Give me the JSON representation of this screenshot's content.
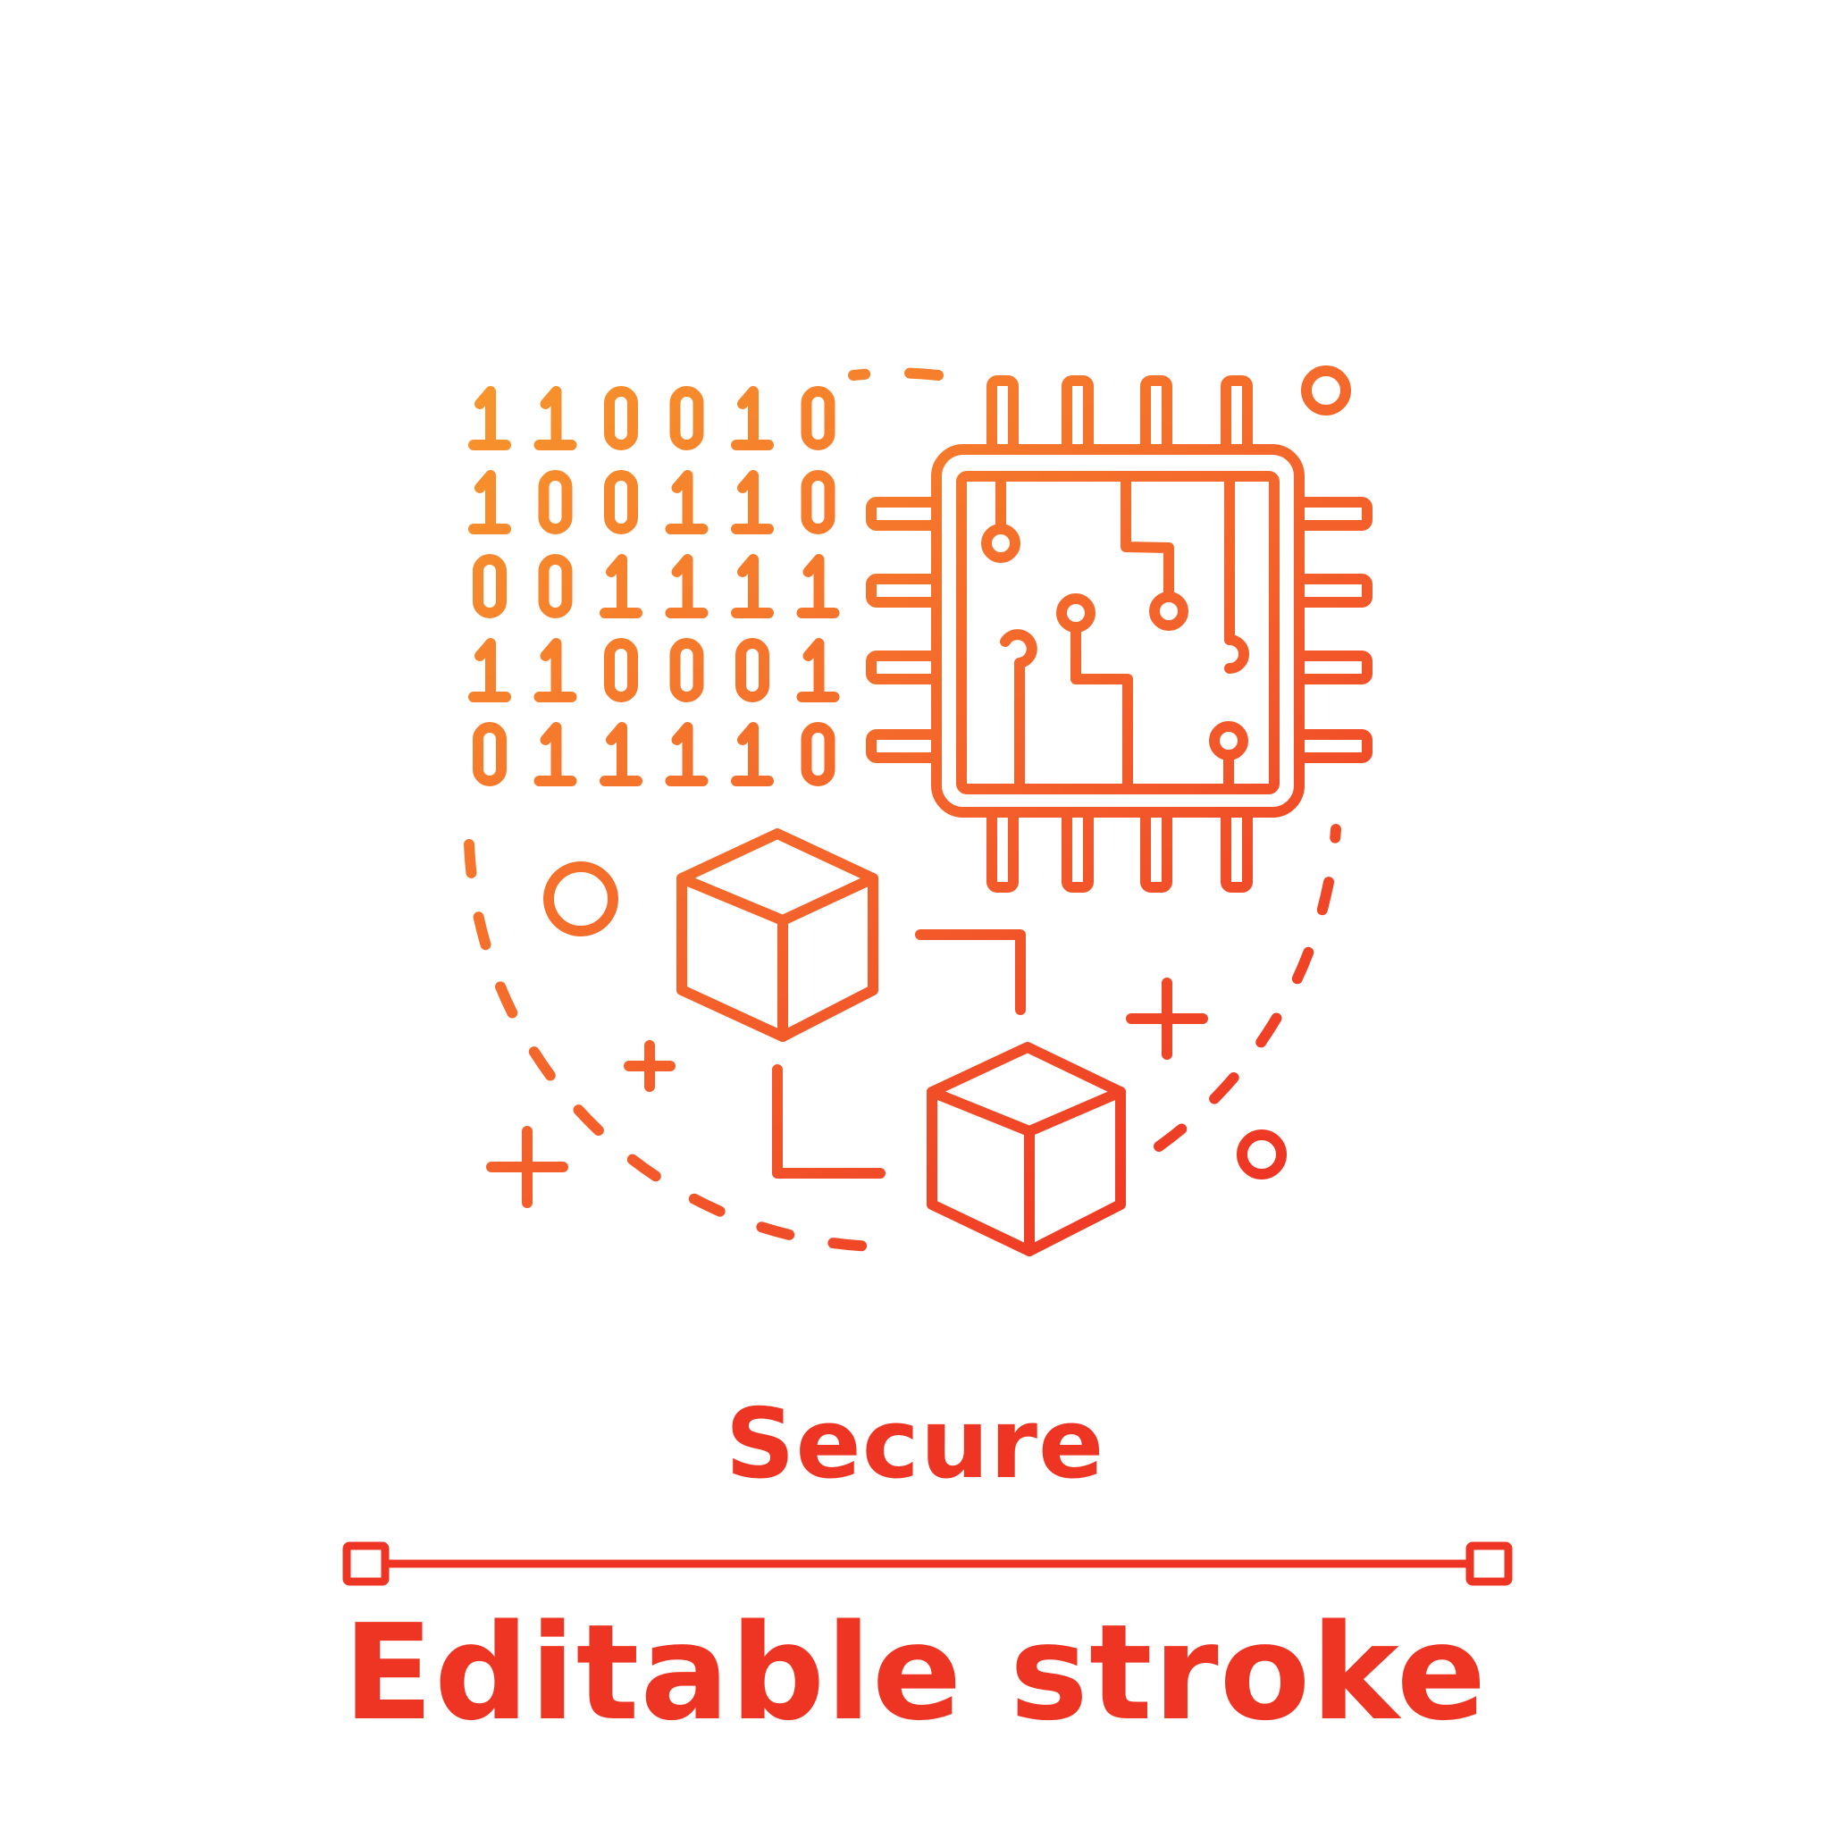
{
  "icon": {
    "name": "microchip-blockchain-icon",
    "binary_rows": [
      "110010",
      "100110",
      "001111",
      "110001",
      "011110"
    ]
  },
  "caption": {
    "title": "Secure",
    "subtitle": "Editable stroke"
  },
  "colors": {
    "gradient_start": "#f7962c",
    "gradient_mid": "#f4632b",
    "gradient_end": "#ee3524",
    "caption": "#ee3524"
  }
}
